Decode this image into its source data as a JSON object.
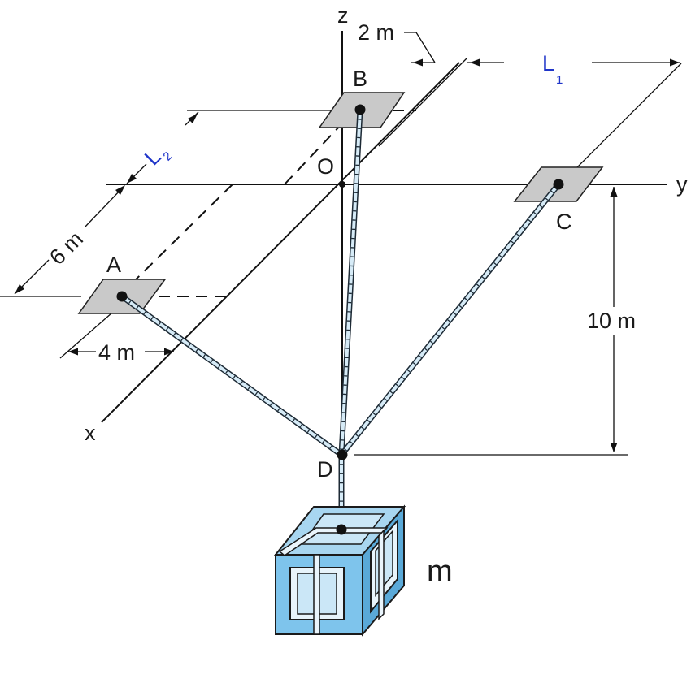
{
  "labels": {
    "axis_z": "z",
    "axis_y": "y",
    "axis_x": "x",
    "point_o": "O",
    "point_a": "A",
    "point_b": "B",
    "point_c": "C",
    "point_d": "D",
    "mass": "m"
  },
  "dimensions": {
    "offset_b": "2 m",
    "l1": "L",
    "l1_sub": "1",
    "l2": "L",
    "l2_sub": "2",
    "six_m": "6 m",
    "four_m": "4 m",
    "ten_m": "10 m"
  },
  "colors": {
    "dimension_variable": "#1f35c9",
    "plate": "#c9c9c9",
    "crate": "#7ec4ec",
    "cable": "#d6ebf7"
  }
}
